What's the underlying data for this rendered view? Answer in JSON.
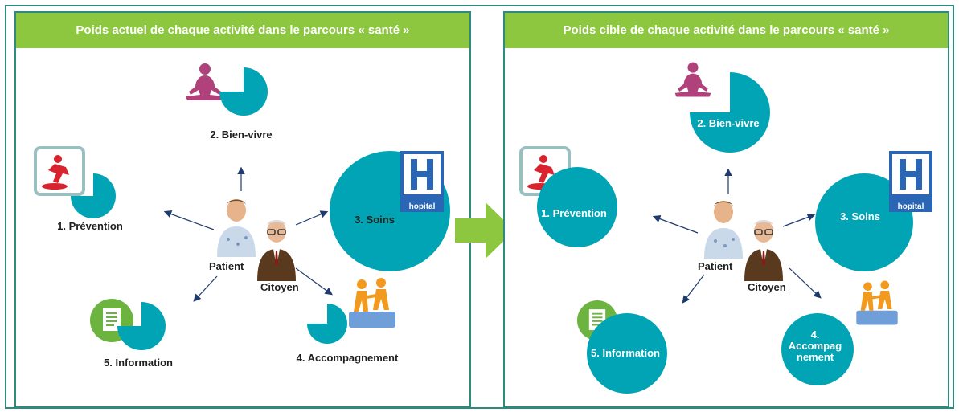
{
  "left_panel": {
    "title": "Poids actuel de chaque activité dans le parcours « santé »",
    "prevention": "1. Prévention",
    "bien_vivre": "2. Bien-vivre",
    "soins": "3. Soins",
    "accompagnement": "4. Accompagnement",
    "information": "5. Information",
    "patient": "Patient",
    "citoyen": "Citoyen",
    "hospital_sign": "hopital"
  },
  "right_panel": {
    "title": "Poids cible de chaque activité dans le parcours « santé »",
    "prevention": "1. Prévention",
    "bien_vivre": "2. Bien-vivre",
    "soins": "3. Soins",
    "accompagnement_line1": "4.",
    "accompagnement_line2": "Accompag",
    "accompagnement_line3": "nement",
    "information": "5. Information",
    "patient": "Patient",
    "citoyen": "Citoyen",
    "hospital_sign": "hopital"
  },
  "colors": {
    "teal": "#00a4b4",
    "green": "#8dc63f",
    "border": "#2e8a7e",
    "hospital_blue": "#2a66b3"
  }
}
